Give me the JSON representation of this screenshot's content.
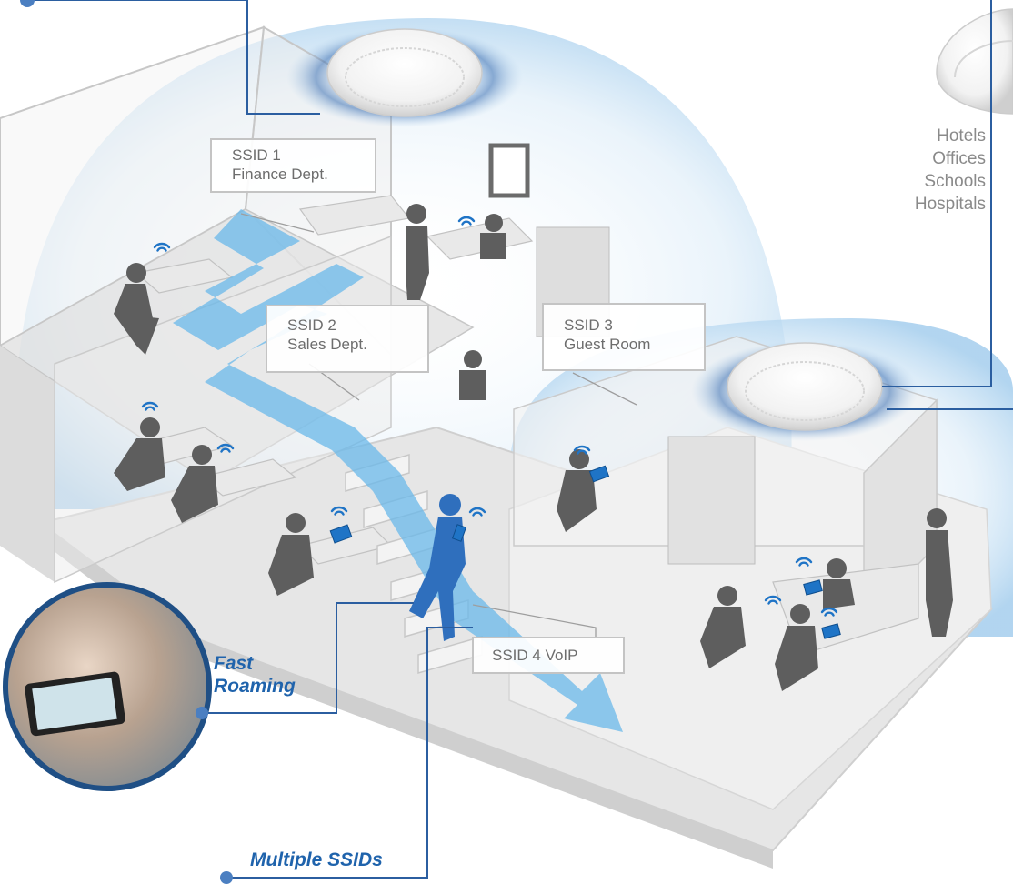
{
  "ssid_labels": [
    {
      "name": "SSID 1",
      "desc": "Finance Dept."
    },
    {
      "name": "SSID 2",
      "desc": "Sales Dept."
    },
    {
      "name": "SSID 3",
      "desc": "Guest Room"
    },
    {
      "name": "SSID 4 VoIP",
      "desc": ""
    }
  ],
  "use_cases": [
    "Hotels",
    "Offices",
    "Schools",
    "Hospitals"
  ],
  "features": {
    "fast_roaming_line1": "Fast",
    "fast_roaming_line2": "Roaming",
    "multiple_ssids": "Multiple SSIDs"
  },
  "colors": {
    "accent_blue": "#1f63ac",
    "callout_line": "#2b5ea0",
    "roaming_arrow": "#6ab8ea",
    "coverage_dome": "#cfe6f7",
    "label_text": "#6d6d6d",
    "label_border": "#c4c4c4"
  }
}
